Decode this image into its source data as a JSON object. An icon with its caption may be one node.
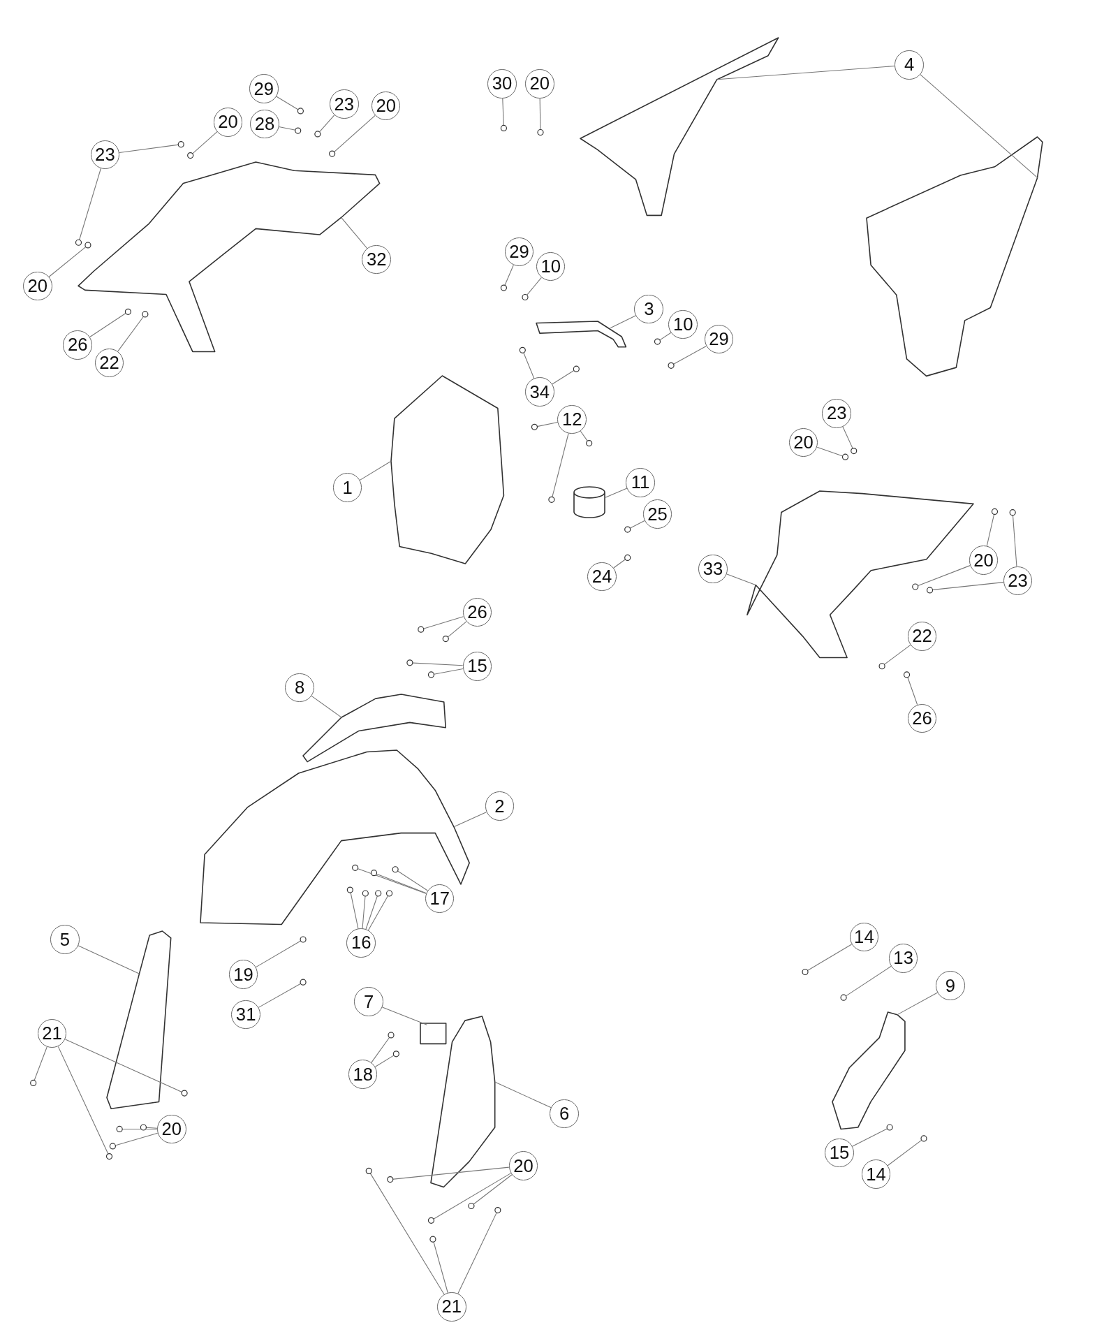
{
  "diagram": {
    "nodes": [
      {
        "text": [
          "29"
        ]
      },
      {
        "text": [
          "30"
        ]
      },
      {
        "text": [
          "20"
        ]
      },
      {
        "text": [
          "4"
        ]
      },
      {
        "text": [
          "23"
        ]
      },
      {
        "text": [
          "20"
        ]
      },
      {
        "text": [
          "28"
        ]
      },
      {
        "text": [
          "20"
        ]
      },
      {
        "text": [
          "23"
        ]
      },
      {
        "text": [
          "32"
        ]
      },
      {
        "text": [
          "29"
        ]
      },
      {
        "text": [
          "10"
        ]
      },
      {
        "text": [
          "20"
        ]
      },
      {
        "text": [
          "3"
        ]
      },
      {
        "text": [
          "10"
        ]
      },
      {
        "text": [
          "29"
        ]
      },
      {
        "text": [
          "26"
        ]
      },
      {
        "text": [
          "22"
        ]
      },
      {
        "text": [
          "34"
        ]
      },
      {
        "text": [
          "23"
        ]
      },
      {
        "text": [
          "12"
        ]
      },
      {
        "text": [
          "20"
        ]
      },
      {
        "text": [
          "11"
        ]
      },
      {
        "text": [
          "1"
        ]
      },
      {
        "text": [
          "25"
        ]
      },
      {
        "text": [
          "20"
        ]
      },
      {
        "text": [
          "33"
        ]
      },
      {
        "text": [
          "24"
        ]
      },
      {
        "text": [
          "23"
        ]
      },
      {
        "text": [
          "26"
        ]
      },
      {
        "text": [
          "22"
        ]
      },
      {
        "text": [
          "15"
        ]
      },
      {
        "text": [
          "8"
        ]
      },
      {
        "text": [
          "26"
        ]
      },
      {
        "text": [
          "2"
        ]
      },
      {
        "text": [
          "17"
        ]
      },
      {
        "text": [
          "5"
        ]
      },
      {
        "text": [
          "16"
        ]
      },
      {
        "text": [
          "14"
        ]
      },
      {
        "text": [
          "19"
        ]
      },
      {
        "text": [
          "13"
        ]
      },
      {
        "text": [
          "9"
        ]
      },
      {
        "text": [
          "7"
        ]
      },
      {
        "text": [
          "31"
        ]
      },
      {
        "text": [
          "21"
        ]
      },
      {
        "text": [
          "18"
        ]
      },
      {
        "text": [
          "6"
        ]
      },
      {
        "text": [
          "20"
        ]
      },
      {
        "text": [
          "15"
        ]
      },
      {
        "text": [
          "20"
        ]
      },
      {
        "text": [
          "14"
        ]
      },
      {
        "text": [
          "21"
        ]
      },
      {
        "text": [],
        "shape": "picture"
      },
      {
        "text": [],
        "shape": "picture"
      },
      {
        "text": [],
        "shape": "picture"
      },
      {
        "text": [],
        "shape": "picture"
      },
      {
        "text": [],
        "shape": "picture"
      },
      {
        "text": [],
        "shape": "cylinder"
      },
      {
        "text": [],
        "shape": "picture"
      },
      {
        "text": [],
        "shape": "picture"
      },
      {
        "text": [],
        "shape": "picture"
      },
      {
        "text": [],
        "shape": "picture"
      },
      {
        "text": [],
        "shape": "box"
      },
      {
        "text": [],
        "shape": "picture"
      },
      {
        "text": [],
        "shape": "picture"
      }
    ],
    "edges": [
      {
        "from": 0,
        "to": null,
        "arrow": "none"
      },
      {
        "from": 1,
        "to": null,
        "arrow": "none"
      },
      {
        "from": 2,
        "to": null,
        "arrow": "none"
      },
      {
        "from": 3,
        "to": 53,
        "arrow": "none"
      },
      {
        "from": 3,
        "to": 54,
        "arrow": "none"
      },
      {
        "from": 4,
        "to": null,
        "arrow": "none"
      },
      {
        "from": 5,
        "to": null,
        "arrow": "none"
      },
      {
        "from": 6,
        "to": null,
        "arrow": "none"
      },
      {
        "from": 7,
        "to": null,
        "arrow": "none"
      },
      {
        "from": 8,
        "to": null,
        "arrow": "none"
      },
      {
        "from": 8,
        "to": null,
        "arrow": "none"
      },
      {
        "from": 9,
        "to": 52,
        "arrow": "none"
      },
      {
        "from": 10,
        "to": null,
        "arrow": "none"
      },
      {
        "from": 11,
        "to": null,
        "arrow": "none"
      },
      {
        "from": 12,
        "to": null,
        "arrow": "none"
      },
      {
        "from": 13,
        "to": 55,
        "arrow": "none"
      },
      {
        "from": 14,
        "to": null,
        "arrow": "none"
      },
      {
        "from": 15,
        "to": null,
        "arrow": "none"
      },
      {
        "from": 16,
        "to": null,
        "arrow": "none"
      },
      {
        "from": 17,
        "to": null,
        "arrow": "none"
      },
      {
        "from": 18,
        "to": null,
        "arrow": "none"
      },
      {
        "from": 18,
        "to": null,
        "arrow": "none"
      },
      {
        "from": 19,
        "to": null,
        "arrow": "none"
      },
      {
        "from": 20,
        "to": null,
        "arrow": "none"
      },
      {
        "from": 20,
        "to": null,
        "arrow": "none"
      },
      {
        "from": 20,
        "to": null,
        "arrow": "none"
      },
      {
        "from": 21,
        "to": null,
        "arrow": "none"
      },
      {
        "from": 22,
        "to": 57,
        "arrow": "none"
      },
      {
        "from": 23,
        "to": 56,
        "arrow": "none"
      },
      {
        "from": 24,
        "to": null,
        "arrow": "none"
      },
      {
        "from": 25,
        "to": null,
        "arrow": "none"
      },
      {
        "from": 25,
        "to": null,
        "arrow": "none"
      },
      {
        "from": 26,
        "to": 58,
        "arrow": "none"
      },
      {
        "from": 27,
        "to": null,
        "arrow": "none"
      },
      {
        "from": 28,
        "to": null,
        "arrow": "none"
      },
      {
        "from": 28,
        "to": null,
        "arrow": "none"
      },
      {
        "from": 29,
        "to": null,
        "arrow": "none"
      },
      {
        "from": 29,
        "to": null,
        "arrow": "none"
      },
      {
        "from": 30,
        "to": null,
        "arrow": "none"
      },
      {
        "from": 31,
        "to": null,
        "arrow": "none"
      },
      {
        "from": 31,
        "to": null,
        "arrow": "none"
      },
      {
        "from": 32,
        "to": 59,
        "arrow": "none"
      },
      {
        "from": 33,
        "to": null,
        "arrow": "none"
      },
      {
        "from": 34,
        "to": 60,
        "arrow": "none"
      },
      {
        "from": 35,
        "to": null,
        "arrow": "none"
      },
      {
        "from": 35,
        "to": null,
        "arrow": "none"
      },
      {
        "from": 35,
        "to": null,
        "arrow": "none"
      },
      {
        "from": 36,
        "to": 61,
        "arrow": "none"
      },
      {
        "from": 37,
        "to": null,
        "arrow": "none"
      },
      {
        "from": 37,
        "to": null,
        "arrow": "none"
      },
      {
        "from": 37,
        "to": null,
        "arrow": "none"
      },
      {
        "from": 37,
        "to": null,
        "arrow": "none"
      },
      {
        "from": 38,
        "to": null,
        "arrow": "none"
      },
      {
        "from": 39,
        "to": null,
        "arrow": "none"
      },
      {
        "from": 40,
        "to": null,
        "arrow": "none"
      },
      {
        "from": 41,
        "to": 64,
        "arrow": "none"
      },
      {
        "from": 42,
        "to": 62,
        "arrow": "none"
      },
      {
        "from": 43,
        "to": null,
        "arrow": "none"
      },
      {
        "from": 44,
        "to": null,
        "arrow": "none"
      },
      {
        "from": 44,
        "to": null,
        "arrow": "none"
      },
      {
        "from": 44,
        "to": null,
        "arrow": "none"
      },
      {
        "from": 45,
        "to": null,
        "arrow": "none"
      },
      {
        "from": 45,
        "to": null,
        "arrow": "none"
      },
      {
        "from": 46,
        "to": 63,
        "arrow": "none"
      },
      {
        "from": 47,
        "to": null,
        "arrow": "none"
      },
      {
        "from": 47,
        "to": null,
        "arrow": "none"
      },
      {
        "from": 47,
        "to": null,
        "arrow": "none"
      },
      {
        "from": 48,
        "to": null,
        "arrow": "none"
      },
      {
        "from": 49,
        "to": null,
        "arrow": "none"
      },
      {
        "from": 49,
        "to": null,
        "arrow": "none"
      },
      {
        "from": 49,
        "to": null,
        "arrow": "none"
      },
      {
        "from": 50,
        "to": null,
        "arrow": "none"
      },
      {
        "from": 51,
        "to": null,
        "arrow": "none"
      },
      {
        "from": 51,
        "to": null,
        "arrow": "none"
      },
      {
        "from": 51,
        "to": null,
        "arrow": "none"
      }
    ]
  }
}
